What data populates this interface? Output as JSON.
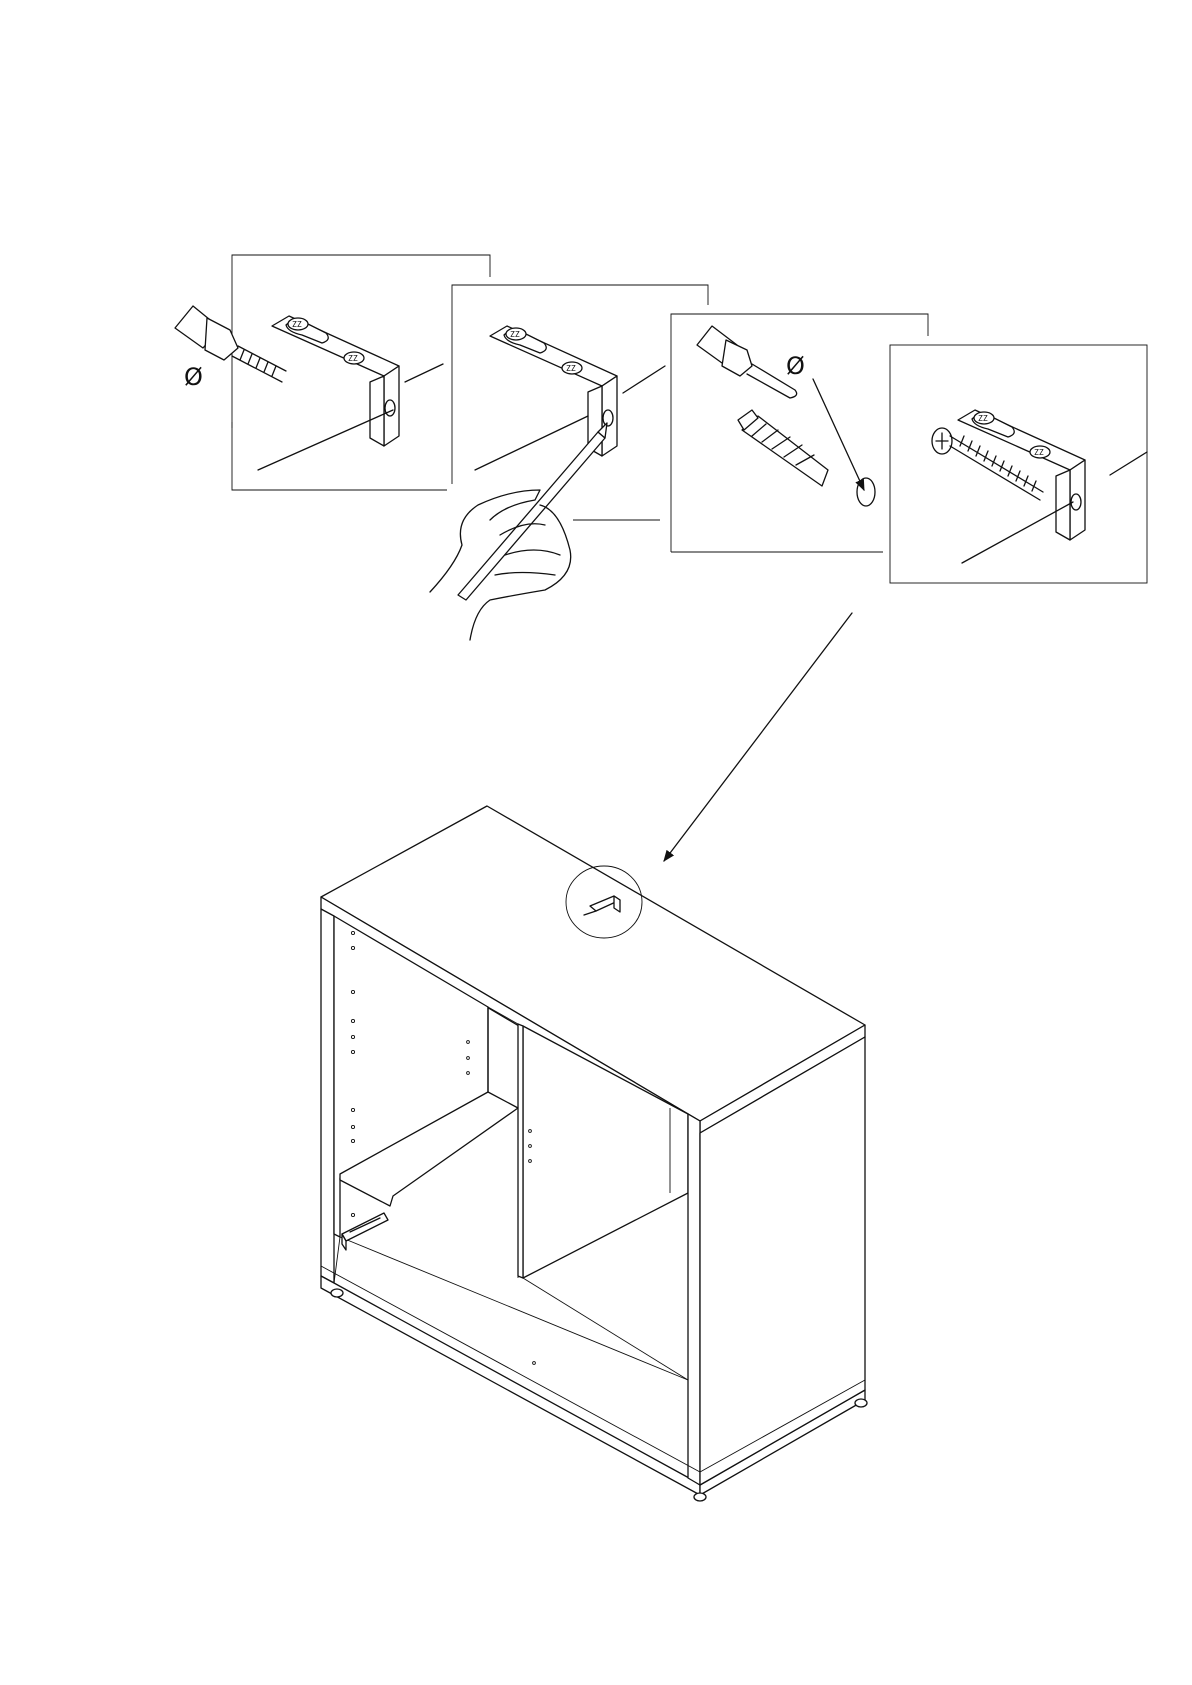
{
  "steps": [
    {
      "id": "step-1",
      "action": "drill",
      "symbol": "Ø",
      "icon": "drill-icon"
    },
    {
      "id": "step-2",
      "action": "mark-hole",
      "symbol": "",
      "icon": "pencil-icon"
    },
    {
      "id": "step-3",
      "action": "insert-dowel",
      "symbol": "Ø",
      "icon": "wall-plug-icon"
    },
    {
      "id": "step-4",
      "action": "screw",
      "symbol": "",
      "icon": "screw-icon"
    }
  ],
  "colors": {
    "line": "#111111",
    "background": "#ffffff"
  }
}
